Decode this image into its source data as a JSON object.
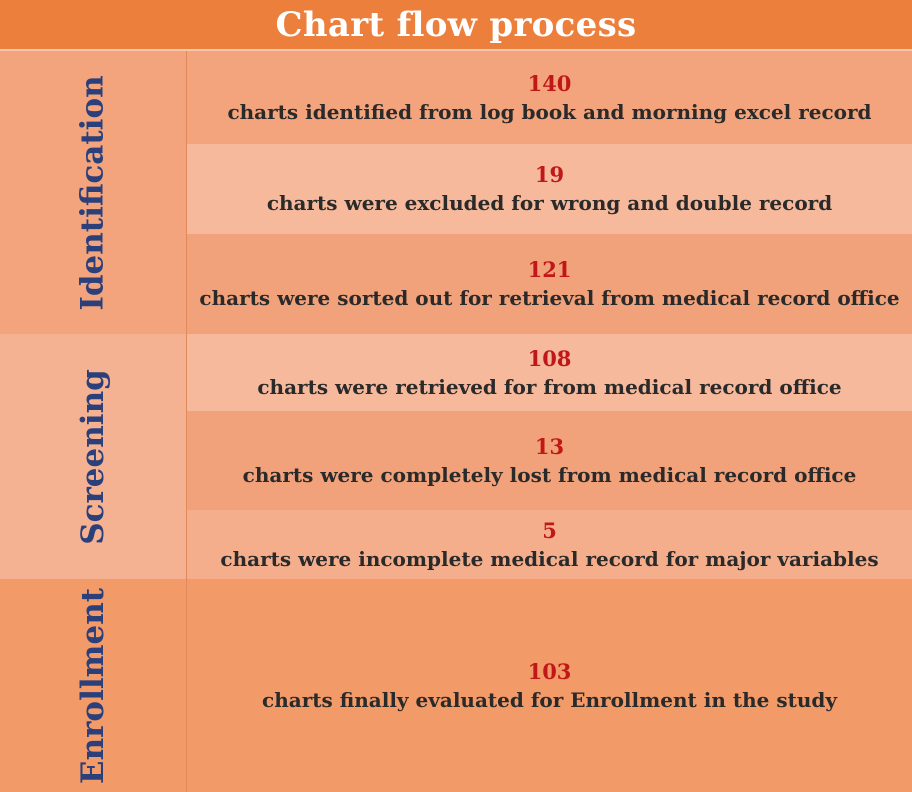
{
  "title": "Chart flow process",
  "colors": {
    "header_bg": "#ec7f3c",
    "stage_text": "#2b3f7a",
    "count_text": "#c01818"
  },
  "stages": [
    {
      "label": "Identification"
    },
    {
      "label": "Screening"
    },
    {
      "label": "Enrollment"
    }
  ],
  "rows": [
    {
      "count": "140",
      "text": "charts identified from log book and morning excel record"
    },
    {
      "count": "19",
      "text": "charts were excluded for wrong and double record"
    },
    {
      "count": "121",
      "text": "charts were sorted out for retrieval from medical record office"
    },
    {
      "count": "108",
      "text": "charts were retrieved for from medical record office"
    },
    {
      "count": "13",
      "text": "charts were completely lost from medical record office"
    },
    {
      "count": "5",
      "text": "charts were incomplete medical record for major variables"
    },
    {
      "count": "103",
      "text": "charts finally evaluated for Enrollment in the study"
    }
  ]
}
